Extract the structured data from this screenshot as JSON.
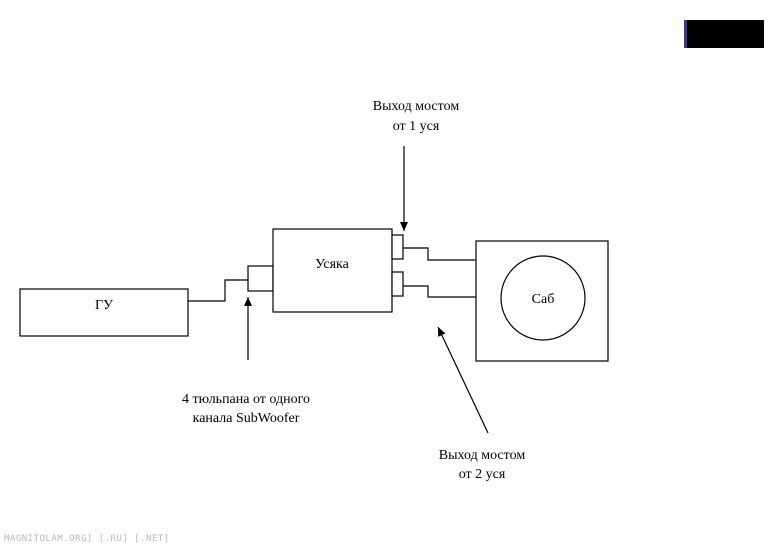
{
  "diagram": {
    "nodes": {
      "head_unit": "ГУ",
      "amplifier": "Усяка",
      "subwoofer": "Саб"
    },
    "annotations": {
      "bridge_out_1_line1": "Выход мостом",
      "bridge_out_1_line2": "от 1 уся",
      "bridge_out_2_line1": "Выход мостом",
      "bridge_out_2_line2": "от 2 уся",
      "rca_note_line1": "4 тюльпана от одного",
      "rca_note_line2": "канала SubWoofer"
    },
    "watermark": "MAGNITOLAM.ORG] [.RU] [.NET]"
  },
  "colors": {
    "line": "#000000",
    "background": "#ffffff",
    "corner_block": "#000000",
    "corner_accent": "#3a3a8a",
    "watermark": "#b8b8c0"
  }
}
